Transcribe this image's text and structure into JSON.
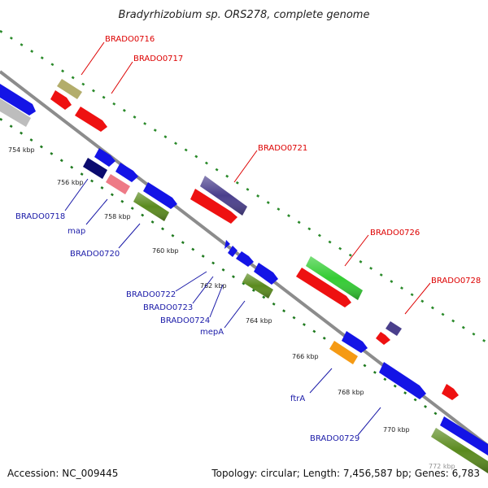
{
  "title": "Bradyrhizobium sp. ORS278, complete genome",
  "footer": {
    "accession": "Accession: NC_009445",
    "stats": "Topology: circular; Length: 7,456,587 bp; Genes: 6,783"
  },
  "ticks": [
    "754 kbp",
    "756 kbp",
    "758 kbp",
    "760 kbp",
    "762 kbp",
    "764 kbp",
    "766 kbp",
    "768 kbp",
    "770 kbp",
    "772 kbp"
  ],
  "top_labels": [
    "BRADO0716",
    "BRADO0717",
    "BRADO0721",
    "BRADO0726",
    "BRADO0728"
  ],
  "bottom_labels": [
    "BRADO0718",
    "map",
    "BRADO0720",
    "BRADO0722",
    "BRADO0723",
    "BRADO0724",
    "mepA",
    "ftrA",
    "BRADO0729"
  ],
  "colors": {
    "blue": "#1414e6",
    "red": "#ee1111",
    "green": "#33cc33",
    "olive": "#5a8a1e",
    "navy": "#0b0b6e",
    "slate": "#4a3f8c",
    "khaki": "#b3ad6b",
    "pink": "#ee7a86",
    "orange": "#f59a14",
    "gray": "#bdbdbd",
    "backbone": "#8c8c8c",
    "track_top": "#2a8a2a",
    "track_bottom": "#1f7a1f"
  }
}
